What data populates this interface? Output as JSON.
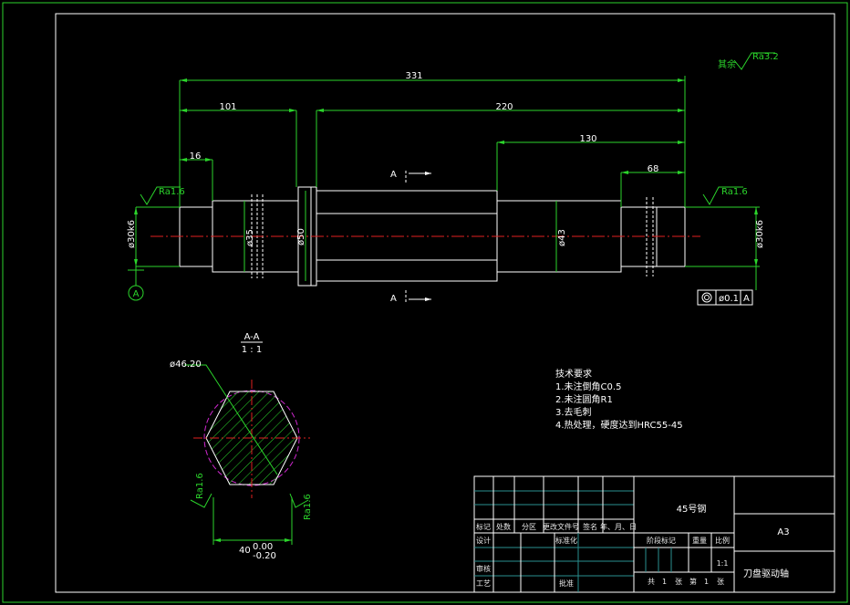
{
  "dimensions": {
    "overall": "331",
    "left_section": "101",
    "middle_section": "220",
    "right_section": "130",
    "right_end": "68",
    "left_end": "16",
    "dia_shaft_left": "ø30k6",
    "dia_shaft_right": "ø30k6",
    "dia_35": "ø35",
    "dia_50": "ø50",
    "dia_43": "ø43"
  },
  "roughness": {
    "left": "Ra1.6",
    "right": "Ra1.6",
    "rest_label": "其余",
    "rest_value": "Ra3.2",
    "section_left": "Ra1.6",
    "section_right": "Ra1.6"
  },
  "datum": {
    "label": "A",
    "tolerance_value": "ø0.1",
    "tolerance_datum": "A"
  },
  "section": {
    "marker_top": "A",
    "marker_bottom": "A",
    "title": "A-A",
    "scale": "1 : 1",
    "diameter": "ø46.20",
    "width": "40",
    "tol_upper": "0.00",
    "tol_lower": "-0.20"
  },
  "tech_requirements": {
    "heading": "技术要求",
    "items": [
      "1.未注倒角C0.5",
      "2.未注圆角R1",
      "3.去毛刺",
      "4.热处理，硬度达到HRC55-45"
    ]
  },
  "title_block": {
    "material": "45号钢",
    "paper_size": "A3",
    "part_name": "刀盘驱动轴",
    "scale_value": "1:1",
    "row_labels": {
      "mark": "标记",
      "count": "处数",
      "zone": "分区",
      "change_doc": "更改文件号",
      "sign": "签名",
      "date": "年、月、日",
      "design": "设计",
      "standardize": "标准化",
      "review": "审核",
      "process": "工艺",
      "approve": "批准",
      "stage_mark": "阶段标记",
      "weight": "重量",
      "ratio": "比例",
      "total_prefix": "共",
      "total_value": "1",
      "total_suffix": "张",
      "sheet_prefix": "第",
      "sheet_value": "1",
      "sheet_suffix": "张"
    }
  }
}
